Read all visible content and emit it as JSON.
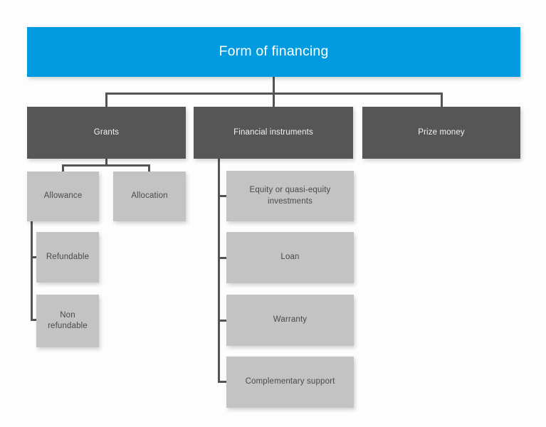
{
  "diagram": {
    "title": "Form of financing",
    "type": "organizational-tree",
    "colors": {
      "root": "#039BE0",
      "level1": "#565656",
      "level2": "#c3c3c3",
      "connector": "#545454",
      "root_text": "#ffffff",
      "level1_text": "#f2f2f2",
      "level2_text": "#4a4a4a",
      "background": "#fdfdfd"
    },
    "root": {
      "label": "Form of financing"
    },
    "level1": [
      {
        "id": "grants",
        "label": "Grants"
      },
      {
        "id": "financial-instruments",
        "label": "Financial instruments"
      },
      {
        "id": "prize-money",
        "label": "Prize money"
      }
    ],
    "grants_children": [
      {
        "id": "allowance",
        "label": "Allowance"
      },
      {
        "id": "allocation",
        "label": "Allocation"
      }
    ],
    "allowance_children": [
      {
        "id": "refundable",
        "label": "Refundable"
      },
      {
        "id": "non-refundable",
        "label": "Non refundable"
      }
    ],
    "financial_instruments_children": [
      {
        "id": "equity-or-quasi-equity-investments",
        "label": "Equity or quasi-equity investments"
      },
      {
        "id": "loan",
        "label": "Loan"
      },
      {
        "id": "warranty",
        "label": "Warranty"
      },
      {
        "id": "complementary-support",
        "label": "Complementary support"
      }
    ],
    "prize_money_children": []
  }
}
